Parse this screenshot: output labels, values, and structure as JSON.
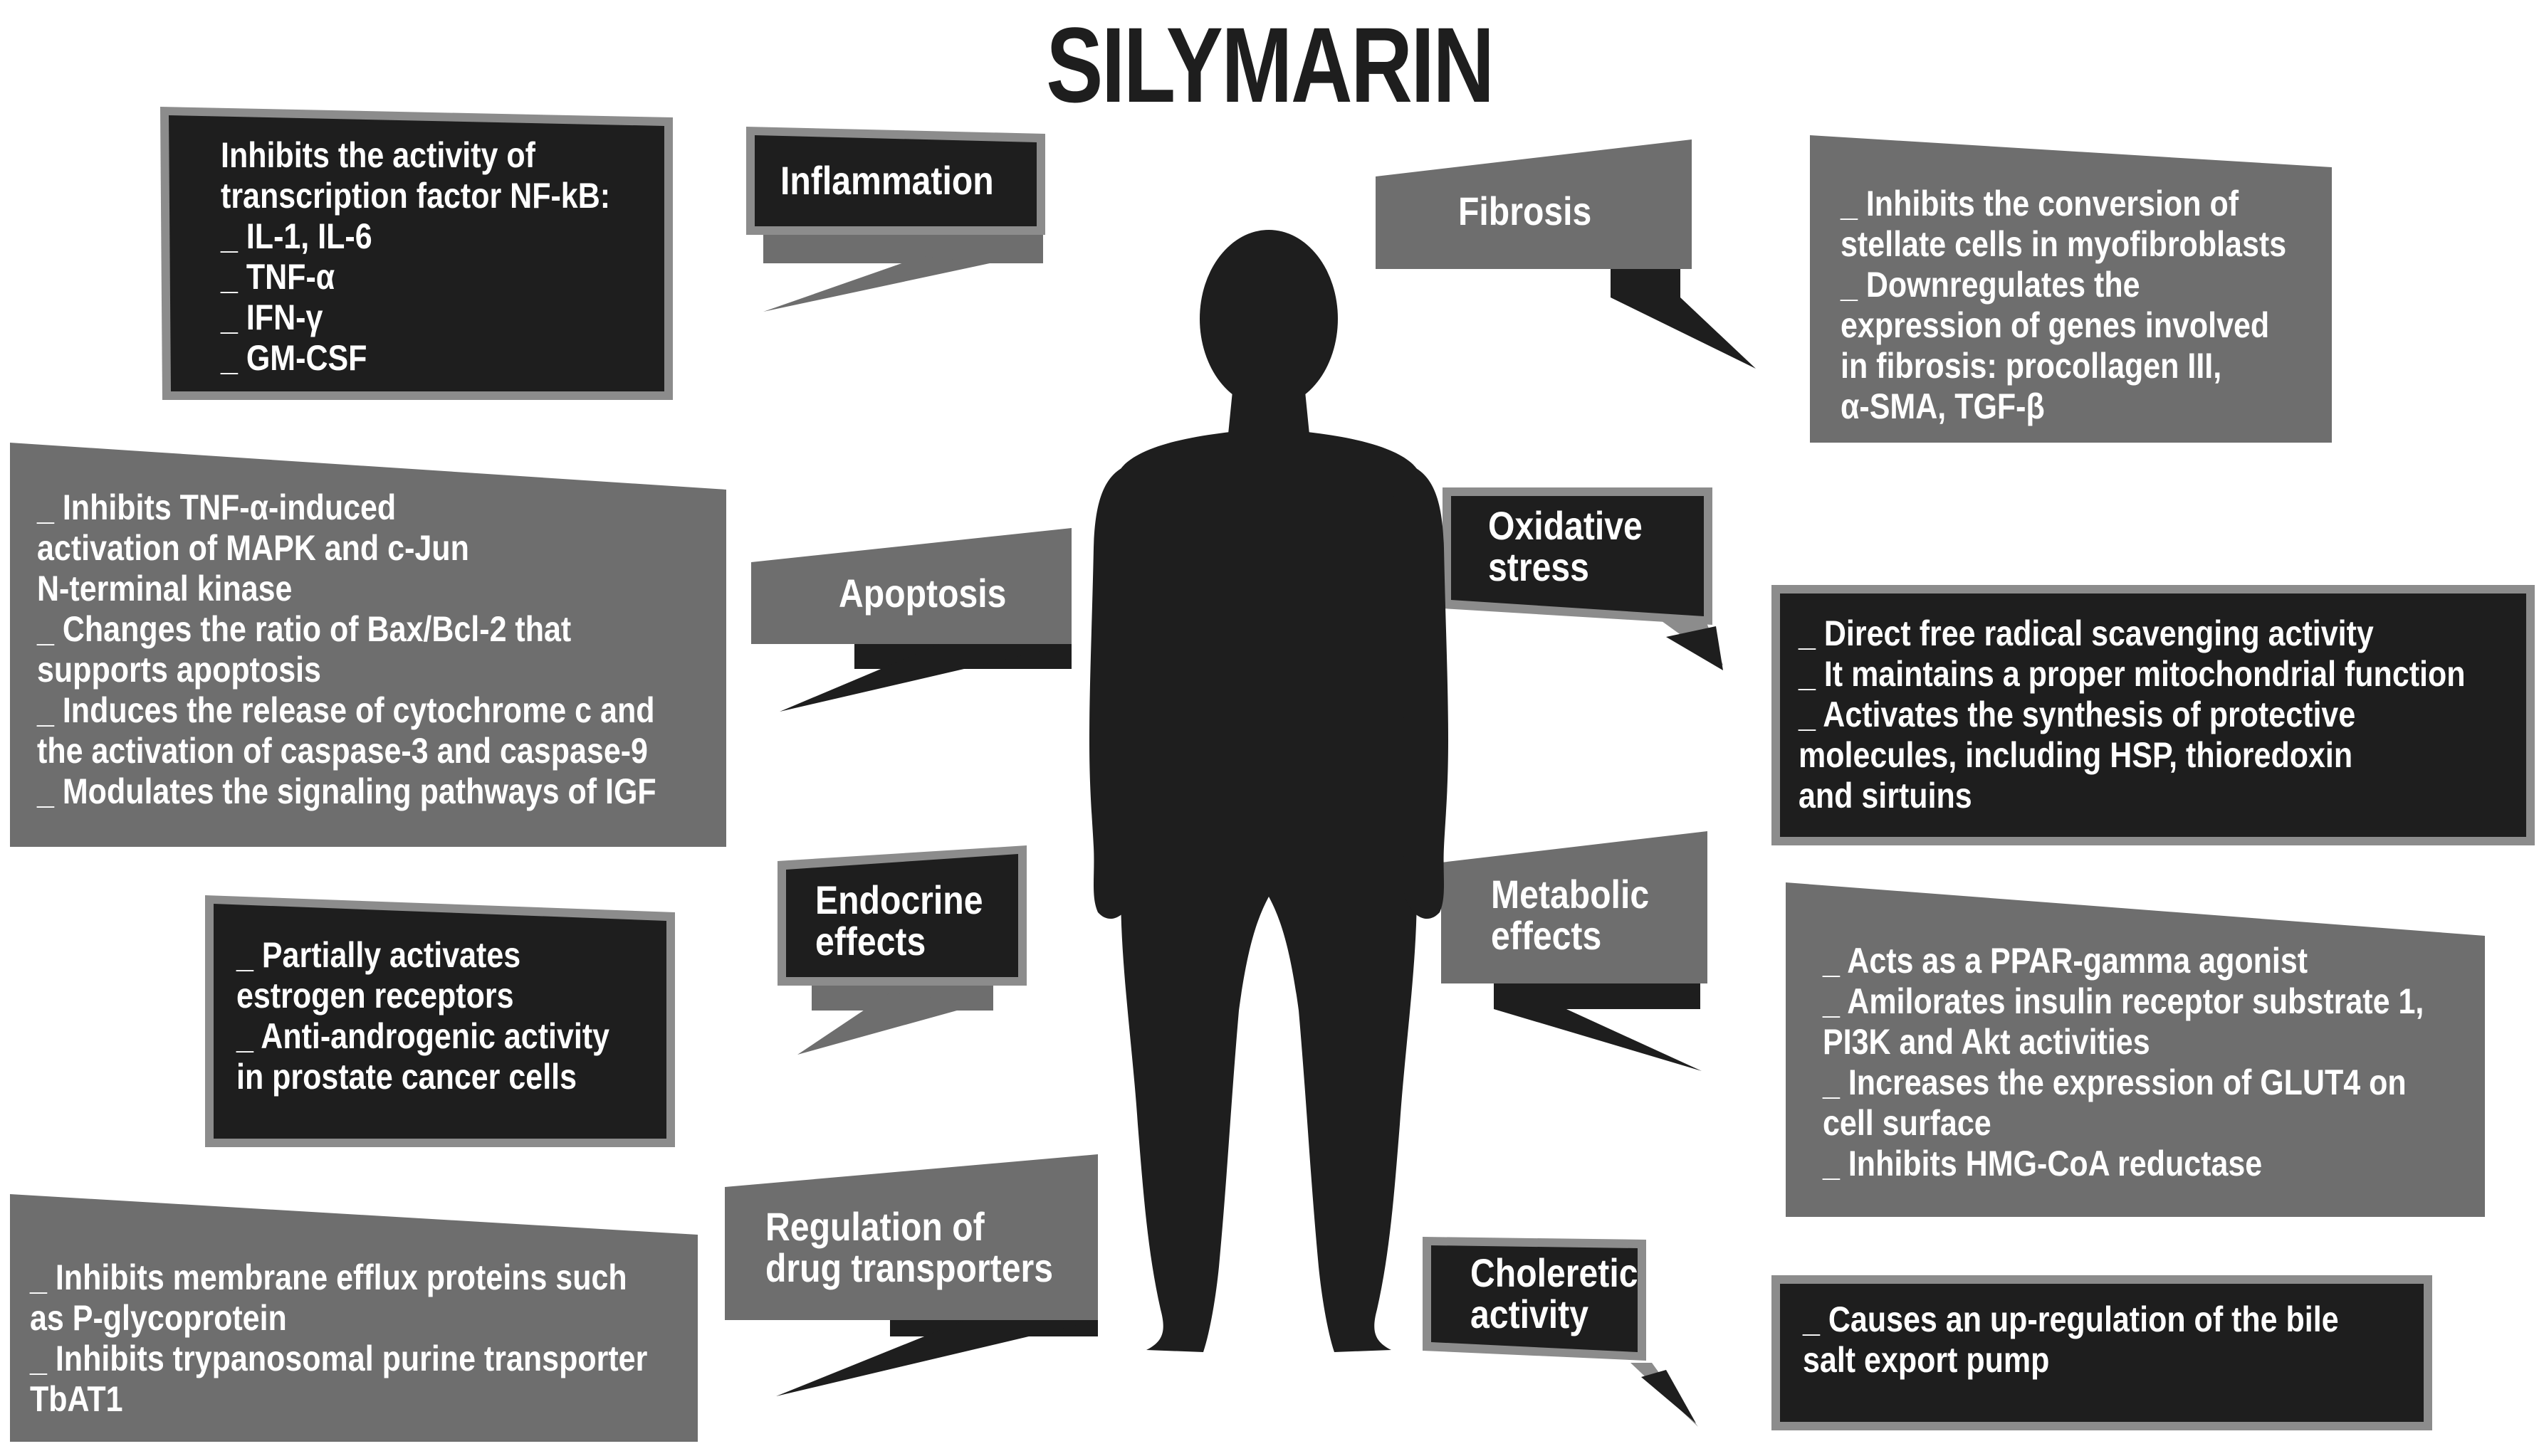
{
  "title": "SILYMARIN",
  "colors": {
    "dark": "#1e1e1e",
    "gray": "#6e6e6e",
    "frame": "#8c8c8c",
    "text": "#ffffff"
  },
  "icons": {
    "figure": "human-silhouette-icon"
  },
  "panels": {
    "inflammation": {
      "label": "Inflammation",
      "lines": [
        "Inhibits the activity of",
        "transcription factor NF-kB:",
        "_ IL-1, IL-6",
        "_ TNF-α",
        "_ IFN-γ",
        "_ GM-CSF"
      ]
    },
    "apoptosis": {
      "label": "Apoptosis",
      "lines": [
        "_ Inhibits TNF-α-induced",
        "activation of MAPK and c-Jun",
        "N-terminal kinase",
        "_ Changes the ratio of Bax/Bcl-2 that",
        "supports apoptosis",
        "_ Induces the release of cytochrome c and",
        "the activation of caspase-3 and caspase-9",
        "_ Modulates the signaling pathways of IGF"
      ]
    },
    "endocrine": {
      "label": [
        "Endocrine",
        "effects"
      ],
      "lines": [
        "_ Partially activates",
        "estrogen receptors",
        "_ Anti-androgenic activity",
        "in prostate cancer cells"
      ]
    },
    "transport": {
      "label": [
        "Regulation of",
        "drug transporters"
      ],
      "lines": [
        "_ Inhibits membrane efflux proteins such",
        "as P-glycoprotein",
        "_ Inhibits trypanosomal purine transporter",
        "TbAT1"
      ]
    },
    "fibrosis": {
      "label": "Fibrosis",
      "lines": [
        "_ Inhibits the conversion of",
        "stellate cells in myofibroblasts",
        "_ Downregulates the",
        "expression of genes involved",
        "in fibrosis: procollagen III,",
        "α-SMA, TGF-β"
      ]
    },
    "oxidative": {
      "label": [
        "Oxidative",
        "stress"
      ],
      "lines": [
        "_ Direct free radical scavenging activity",
        "_ It maintains a proper mitochondrial function",
        "_ Activates the synthesis of protective",
        "molecules, including HSP, thioredoxin",
        "and sirtuins"
      ]
    },
    "metabolic": {
      "label": [
        "Metabolic",
        "effects"
      ],
      "lines": [
        "_ Acts as a PPAR-gamma agonist",
        "_ Amilorates insulin receptor substrate 1,",
        "PI3K and Akt activities",
        "_ Increases the expression of GLUT4 on",
        "cell surface",
        "_ Inhibits HMG-CoA reductase"
      ]
    },
    "choleretic": {
      "label": [
        "Choleretic",
        "activity"
      ],
      "lines": [
        "_ Causes an up-regulation of the bile",
        "salt export pump"
      ]
    }
  }
}
